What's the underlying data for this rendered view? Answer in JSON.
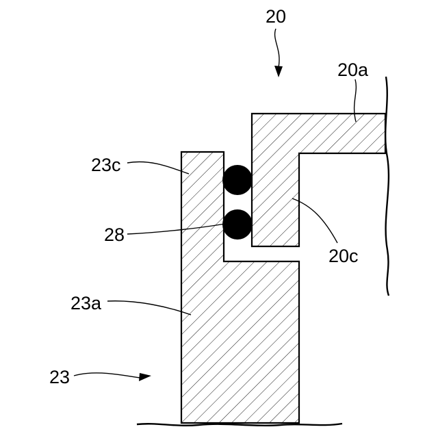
{
  "labels": {
    "assembly": "20",
    "outer_member": "20a",
    "inner_lip": "20c",
    "lip_23c": "23c",
    "ball": "28",
    "body_23a": "23a",
    "part_23": "23"
  },
  "colors": {
    "ink": "#000000",
    "paper": "#ffffff"
  }
}
